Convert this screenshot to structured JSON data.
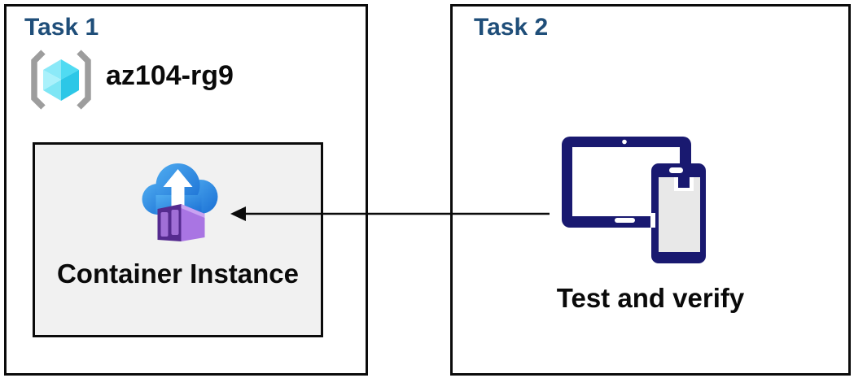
{
  "task1": {
    "title": "Task 1",
    "resource_group": {
      "icon": "resource-group-icon",
      "name": "az104-rg9"
    },
    "container_panel": {
      "icon": "container-instance-icon",
      "label": "Container Instance"
    }
  },
  "task2": {
    "title": "Task 2",
    "devices": {
      "icon": "tablet-phone-icon"
    },
    "label": "Test and verify"
  },
  "arrow": {
    "from": "task2-devices",
    "to": "container-instance-panel",
    "direction": "left"
  },
  "colors": {
    "heading": "#1F4E79",
    "border": "#0B0B0B",
    "panel_fill": "#F1F1F1",
    "device_navy": "#191970",
    "arrow": "#0B0B0B",
    "cloud_blue_light": "#4FACF0",
    "cloud_blue_dark": "#1A6FD4",
    "container_purple": "#A975E3",
    "container_purple_dark": "#552B8F",
    "cube_cyan": "#50DBF2",
    "bracket_gray": "#9D9D9D"
  }
}
